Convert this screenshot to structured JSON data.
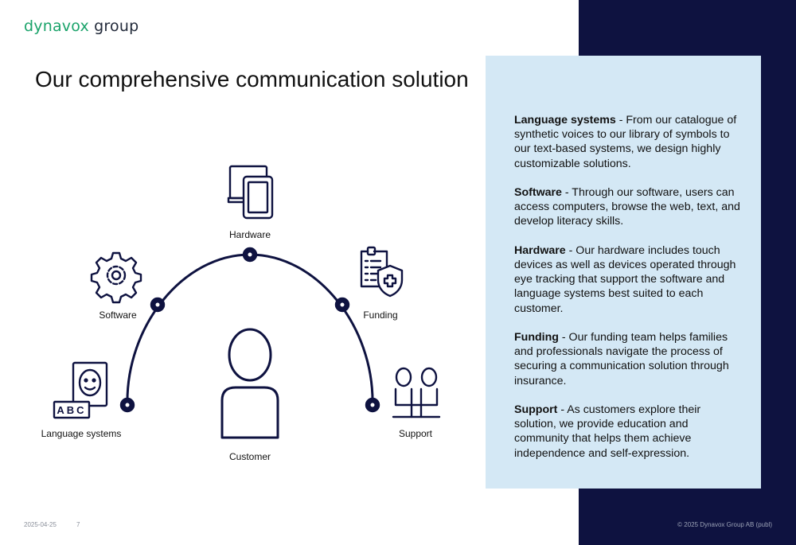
{
  "logo": {
    "part1": "dynavox",
    "part2": " group"
  },
  "title": "Our comprehensive communication solution",
  "diagram": {
    "labels": {
      "hardware": "Hardware",
      "software": "Software",
      "funding": "Funding",
      "language": "Language systems",
      "support": "Support",
      "customer": "Customer"
    },
    "abc": "ABC"
  },
  "panel": {
    "items": [
      {
        "term": "Language systems",
        "text": " - From our catalogue of synthetic voices to our library of symbols to our text-based systems, we design highly customizable solutions."
      },
      {
        "term": "Software",
        "text": " - Through our software, users can access computers, browse the web, text, and develop literacy skills."
      },
      {
        "term": "Hardware",
        "text": " - Our hardware includes touch devices as well as devices operated through eye tracking that support the software and language systems best suited to each customer."
      },
      {
        "term": "Funding",
        "text": " - Our funding team helps families and professionals navigate the process of securing a communication solution through insurance."
      },
      {
        "term": "Support",
        "text": " - As customers explore their solution, we provide education and community that helps them achieve independence and self-expression."
      }
    ]
  },
  "footer": {
    "date": "2025-04-25",
    "page": "7",
    "copyright": "© 2025 Dynavox Group AB (publ)"
  },
  "colors": {
    "navy": "#0e1240",
    "panel": "#d4e8f5",
    "logo_green": "#1aa36a"
  }
}
